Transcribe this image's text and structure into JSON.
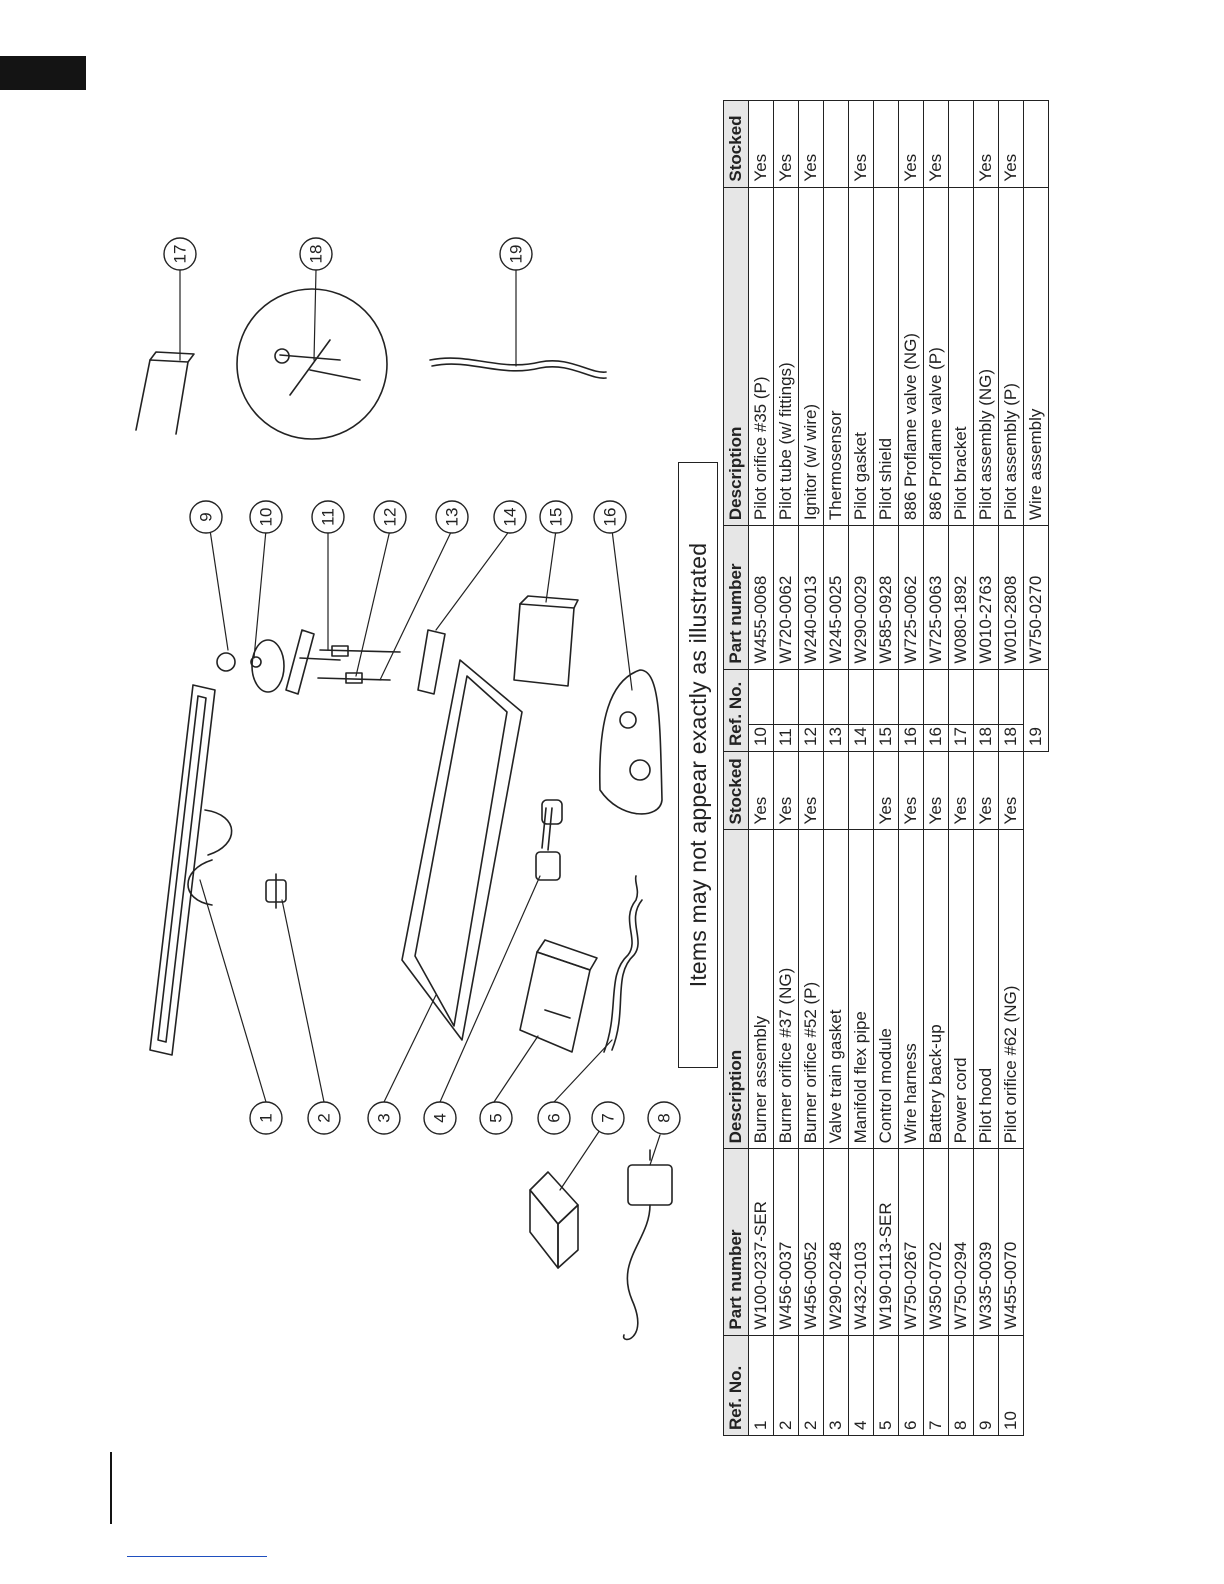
{
  "note": "Items may not appear exactly as illustrated",
  "table_headers": {
    "ref": "Ref. No.",
    "part": "Part number",
    "desc": "Description",
    "stock": "Stocked"
  },
  "table1": [
    {
      "ref": "1",
      "part": "W100-0237-SER",
      "desc": "Burner assembly",
      "stock": "Yes"
    },
    {
      "ref": "2",
      "part": "W456-0037",
      "desc": "Burner orifice #37 (NG)",
      "stock": "Yes"
    },
    {
      "ref": "2",
      "part": "W456-0052",
      "desc": "Burner orifice #52 (P)",
      "stock": "Yes"
    },
    {
      "ref": "3",
      "part": "W290-0248",
      "desc": "Valve train gasket",
      "stock": ""
    },
    {
      "ref": "4",
      "part": "W432-0103",
      "desc": "Manifold flex pipe",
      "stock": ""
    },
    {
      "ref": "5",
      "part": "W190-0113-SER",
      "desc": "Control module",
      "stock": "Yes"
    },
    {
      "ref": "6",
      "part": "W750-0267",
      "desc": "Wire harness",
      "stock": "Yes"
    },
    {
      "ref": "7",
      "part": "W350-0702",
      "desc": "Battery back-up",
      "stock": "Yes"
    },
    {
      "ref": "8",
      "part": "W750-0294",
      "desc": "Power cord",
      "stock": "Yes"
    },
    {
      "ref": "9",
      "part": "W335-0039",
      "desc": "Pilot hood",
      "stock": "Yes"
    },
    {
      "ref": "10",
      "part": "W455-0070",
      "desc": "Pilot orifice #62 (NG)",
      "stock": "Yes"
    }
  ],
  "table2": [
    {
      "ref": "10",
      "part": "W455-0068",
      "desc": "Pilot orifice #35 (P)",
      "stock": "Yes"
    },
    {
      "ref": "11",
      "part": "W720-0062",
      "desc": "Pilot tube (w/ fittings)",
      "stock": "Yes"
    },
    {
      "ref": "12",
      "part": "W240-0013",
      "desc": "Ignitor (w/ wire)",
      "stock": "Yes"
    },
    {
      "ref": "13",
      "part": "W245-0025",
      "desc": "Thermosensor",
      "stock": ""
    },
    {
      "ref": "14",
      "part": "W290-0029",
      "desc": "Pilot gasket",
      "stock": "Yes"
    },
    {
      "ref": "15",
      "part": "W585-0928",
      "desc": "Pilot shield",
      "stock": ""
    },
    {
      "ref": "16",
      "part": "W725-0062",
      "desc": "886 Proflame valve (NG)",
      "stock": "Yes"
    },
    {
      "ref": "16",
      "part": "W725-0063",
      "desc": "886 Proflame valve (P)",
      "stock": "Yes"
    },
    {
      "ref": "17",
      "part": "W080-1892",
      "desc": "Pilot bracket",
      "stock": ""
    },
    {
      "ref": "18",
      "part": "W010-2763",
      "desc": "Pilot assembly (NG)",
      "stock": "Yes"
    },
    {
      "ref": "18",
      "part": "W010-2808",
      "desc": "Pilot assembly (P)",
      "stock": "Yes"
    },
    {
      "ref": "19",
      "part": "W750-0270",
      "desc": "Wire assembly",
      "stock": ""
    }
  ],
  "callouts": [
    "1",
    "2",
    "3",
    "4",
    "5",
    "6",
    "7",
    "8",
    "9",
    "10",
    "11",
    "12",
    "13",
    "14",
    "15",
    "16",
    "17",
    "18",
    "19"
  ]
}
